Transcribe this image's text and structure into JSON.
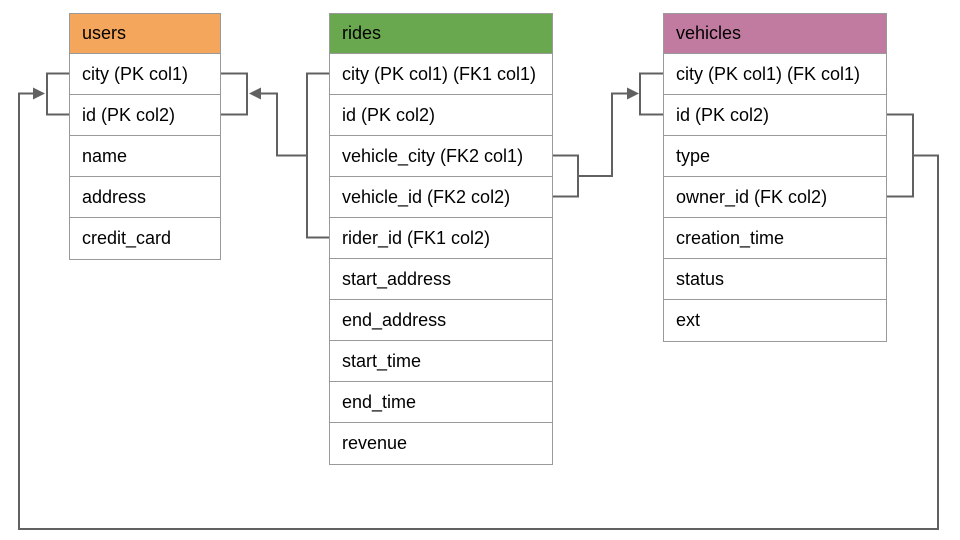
{
  "tables": [
    {
      "name": "users",
      "header_color": "#F4A65C",
      "columns": [
        "city (PK col1)",
        "id (PK col2)",
        "name",
        "address",
        "credit_card"
      ]
    },
    {
      "name": "rides",
      "header_color": "#6AA84F",
      "columns": [
        "city (PK col1) (FK1 col1)",
        "id (PK col2)",
        "vehicle_city (FK2 col1)",
        "vehicle_id (FK2 col2)",
        "rider_id (FK1 col2)",
        "start_address",
        "end_address",
        "start_time",
        "end_time",
        "revenue"
      ]
    },
    {
      "name": "vehicles",
      "header_color": "#C27BA0",
      "columns": [
        "city (PK col1) (FK col1)",
        "id (PK col2)",
        "type",
        "owner_id (FK col2)",
        "creation_time",
        "status",
        "ext"
      ]
    }
  ],
  "relationships": [
    {
      "id": "FK1",
      "from_table": "rides",
      "from_columns": [
        "city (FK1 col1)",
        "rider_id (FK1 col2)"
      ],
      "to_table": "users",
      "to_columns": [
        "city (PK col1)",
        "id (PK col2)"
      ],
      "arrow_points_into": "users"
    },
    {
      "id": "FK2",
      "from_table": "rides",
      "from_columns": [
        "vehicle_city (FK2 col1)",
        "vehicle_id (FK2 col2)"
      ],
      "to_table": "vehicles",
      "to_columns": [
        "city (PK col1)",
        "id (PK col2)"
      ],
      "arrow_points_into": "vehicles"
    },
    {
      "id": "FK",
      "from_table": "vehicles",
      "from_columns": [
        "city (FK col1)",
        "owner_id (FK col2)"
      ],
      "to_table": "users",
      "to_columns": [
        "city (PK col1)",
        "id (PK col2)"
      ],
      "arrow_points_into": "users"
    }
  ],
  "colors": {
    "users_header": "#F4A65C",
    "rides_header": "#6AA84F",
    "vehicles_header": "#C27BA0",
    "connector_line": "#616161",
    "table_border": "#999999",
    "text": "#000000",
    "background": "#FFFFFF"
  }
}
